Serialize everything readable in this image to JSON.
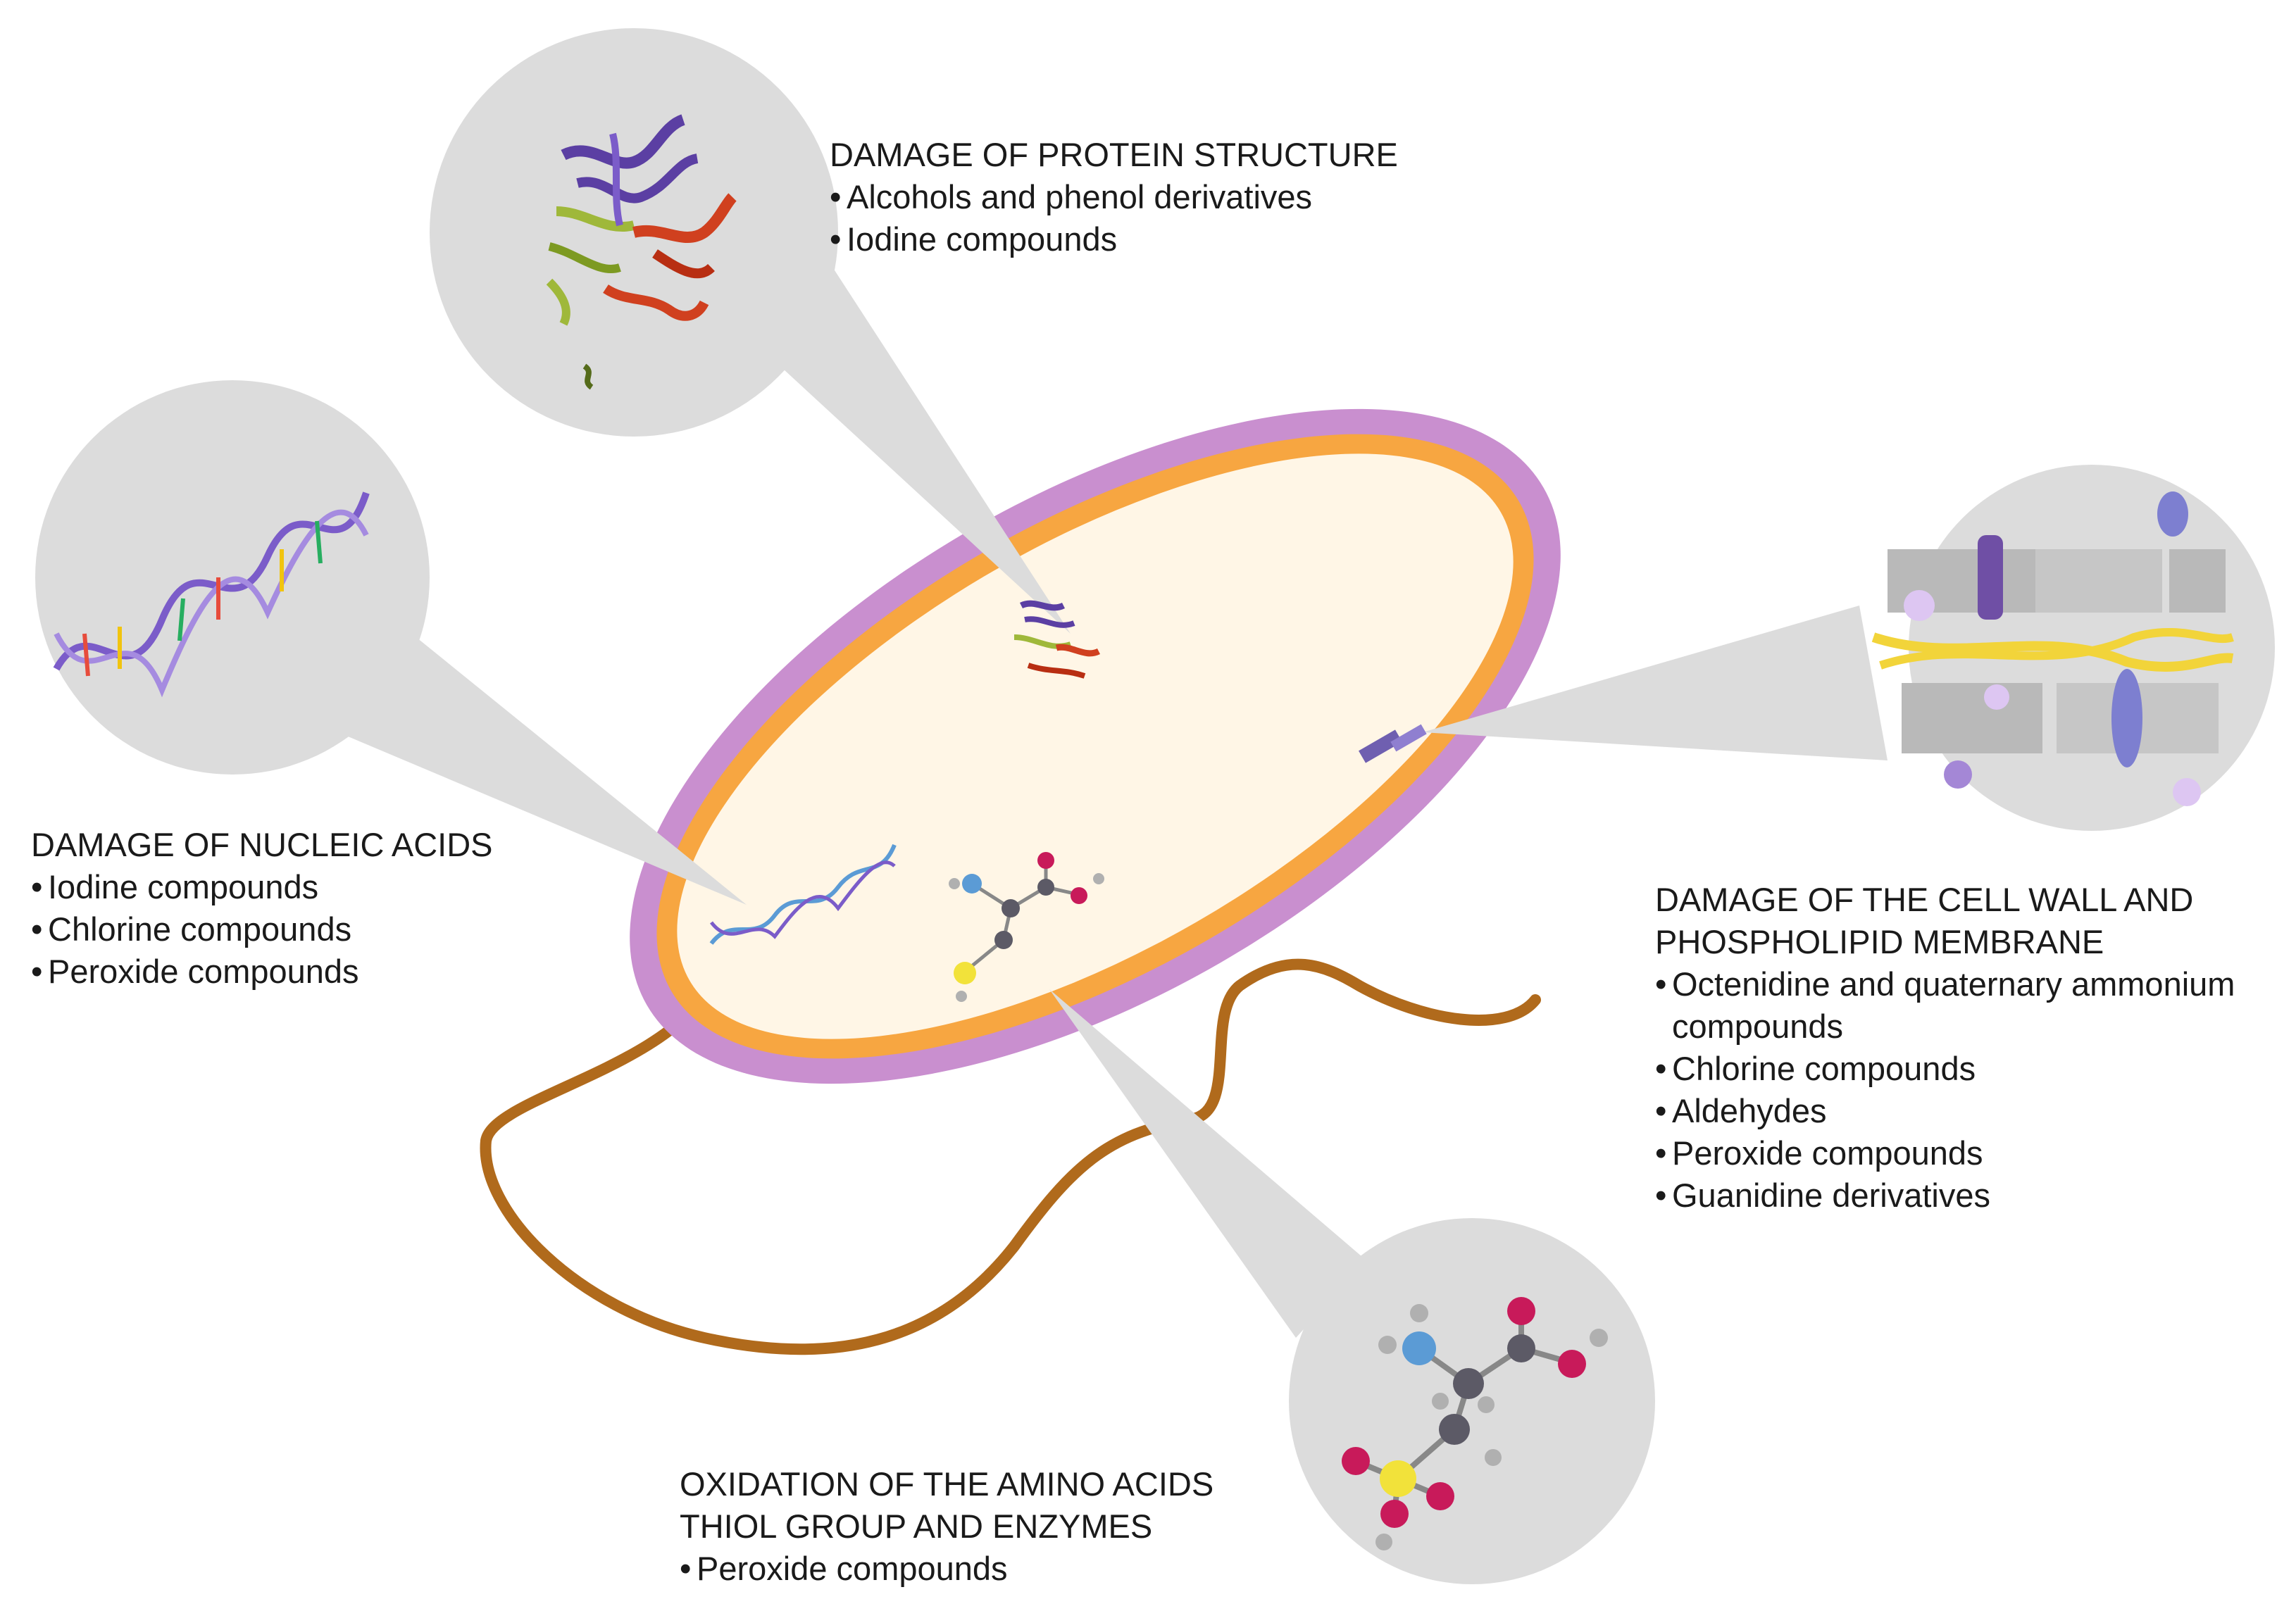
{
  "protein": {
    "heading": "DAMAGE OF PROTEIN STRUCTURE",
    "items": [
      "Alcohols and phenol derivatives",
      "Iodine compounds"
    ]
  },
  "nucleic": {
    "heading": "DAMAGE OF NUCLEIC ACIDS",
    "items": [
      "Iodine compounds",
      "Chlorine compounds",
      "Peroxide compounds"
    ]
  },
  "cellwall": {
    "heading_line1": "DAMAGE OF THE CELL WALL AND",
    "heading_line2": "PHOSPHOLIPID MEMBRANE",
    "items": [
      "Octenidine and quaternary ammonium compounds",
      "Chlorine compounds",
      "Aldehydes",
      "Peroxide compounds",
      "Guanidine derivatives"
    ]
  },
  "amino": {
    "heading_line1": "OXIDATION OF THE AMINO ACIDS",
    "heading_line2": "THIOL GROUP AND ENZYMES",
    "items": [
      "Peroxide compounds"
    ]
  },
  "colors": {
    "outer_wall": "#c98fcf",
    "inner_membrane": "#f7a641",
    "cytoplasm": "#fff6e6",
    "flagellum": "#b06a1c",
    "callout": "#dcdcdc",
    "atom_carbon": "#5c5a66",
    "atom_oxygen": "#c81a5a",
    "atom_nitrogen": "#5b9bd5",
    "atom_sulfur": "#f2e23a",
    "atom_hydrogen": "#b0b0b0"
  }
}
